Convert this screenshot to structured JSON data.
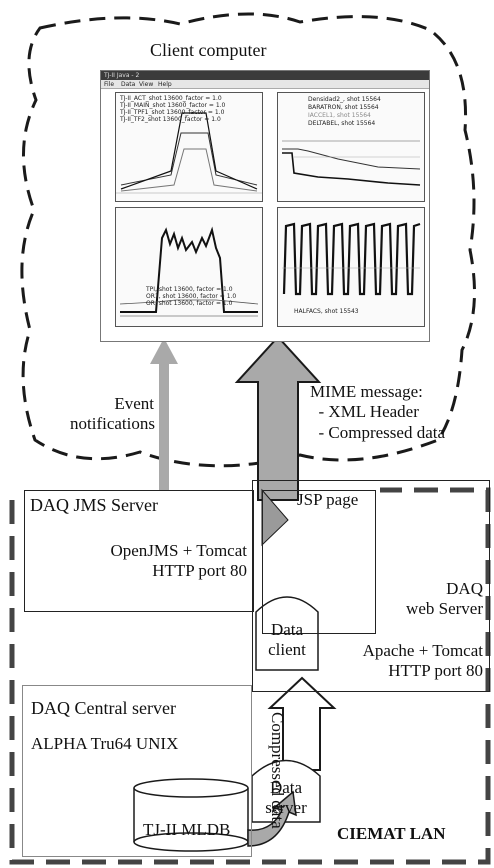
{
  "client": {
    "label": "Client computer",
    "window": {
      "title": "TJ-II Java - 2",
      "menu": [
        "File",
        "Data",
        "View",
        "Help"
      ],
      "panels": [
        {
          "legend": [
            "TJ-II_ACT_shot 13600_factor = 1.0",
            "TJ-II_MAIN_shot 13600_factor = 1.0",
            "TJ-II_TPF1_shot 13600_factor = 1.0",
            "TJ-II_TF2_shot 13600_factor = 1.0"
          ]
        },
        {
          "legend": [
            "Densidad2_, shot 15564",
            "BARATRON, shot 15564",
            "IACCEL1, shot 15564",
            "DELTABEL, shot 15564"
          ]
        },
        {
          "legend": [
            "TPI, shot 13600, factor = 1.0",
            "OR1, shot 13600, factor = 1.0",
            "OR, shot 13600, factor = 1.0"
          ]
        },
        {
          "legend": [
            "HALFACS, shot 15543"
          ]
        }
      ]
    }
  },
  "arrows": {
    "event_notifications": "Event\nnotifications",
    "mime_message": "MIME message:\n  - XML Header\n  - Compressed data",
    "compressed_data": "Compressed data"
  },
  "jms_server": {
    "title": "DAQ JMS Server",
    "detail": "OpenJMS + Tomcat\nHTTP port 80"
  },
  "web_server": {
    "jsp_page": "JSP page",
    "data_client": "Data\nclient",
    "title": "DAQ\nweb Server",
    "detail": "Apache + Tomcat\nHTTP port 80"
  },
  "central_server": {
    "title": "DAQ Central server",
    "os": "ALPHA Tru64 UNIX",
    "data_server": "Data\nserver",
    "database": "TJ-II MLDB"
  },
  "lan": {
    "label": "CIEMAT LAN"
  },
  "colors": {
    "arrow_fill": "#a9a9a9",
    "stroke": "#1a1a1a",
    "background": "#ffffff"
  }
}
